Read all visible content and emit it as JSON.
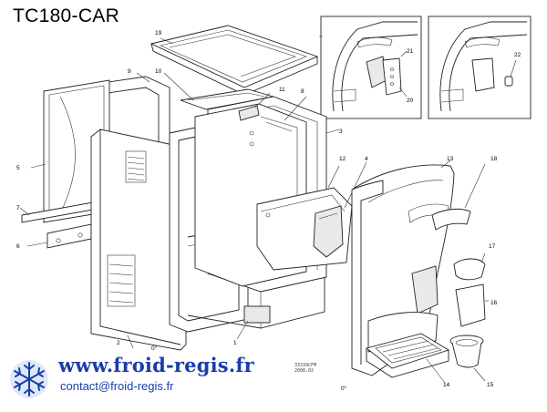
{
  "title": "TC180-CAR",
  "footer": {
    "website": "www.froid-regis.fr",
    "contact": "contact@froid-regis.fr"
  },
  "stamp": {
    "line1": "33339CFM",
    "line2": "2008.02"
  },
  "part_labels": [
    {
      "id": "p1",
      "text": "1"
    },
    {
      "id": "p2",
      "text": "2"
    },
    {
      "id": "p3",
      "text": "3"
    },
    {
      "id": "p4",
      "text": "4"
    },
    {
      "id": "p5",
      "text": "5"
    },
    {
      "id": "p6",
      "text": "6"
    },
    {
      "id": "p7",
      "text": "7"
    },
    {
      "id": "p8",
      "text": "8"
    },
    {
      "id": "p9",
      "text": "9"
    },
    {
      "id": "p10",
      "text": "10"
    },
    {
      "id": "p11",
      "text": "11"
    },
    {
      "id": "p12",
      "text": "12"
    },
    {
      "id": "p13",
      "text": "13"
    },
    {
      "id": "p14",
      "text": "14"
    },
    {
      "id": "p15",
      "text": "15"
    },
    {
      "id": "p16",
      "text": "16"
    },
    {
      "id": "p17",
      "text": "17"
    },
    {
      "id": "p18",
      "text": "18"
    },
    {
      "id": "p19",
      "text": "19"
    },
    {
      "id": "p20",
      "text": "20"
    },
    {
      "id": "p21",
      "text": "21"
    },
    {
      "id": "p22",
      "text": "22"
    },
    {
      "id": "ang1",
      "text": "0°"
    },
    {
      "id": "ang2",
      "text": "0°"
    }
  ],
  "colors": {
    "brand_blue": "#1a3ea8",
    "line": "#222222"
  },
  "icons": {
    "logo": "snowflake-icon"
  }
}
